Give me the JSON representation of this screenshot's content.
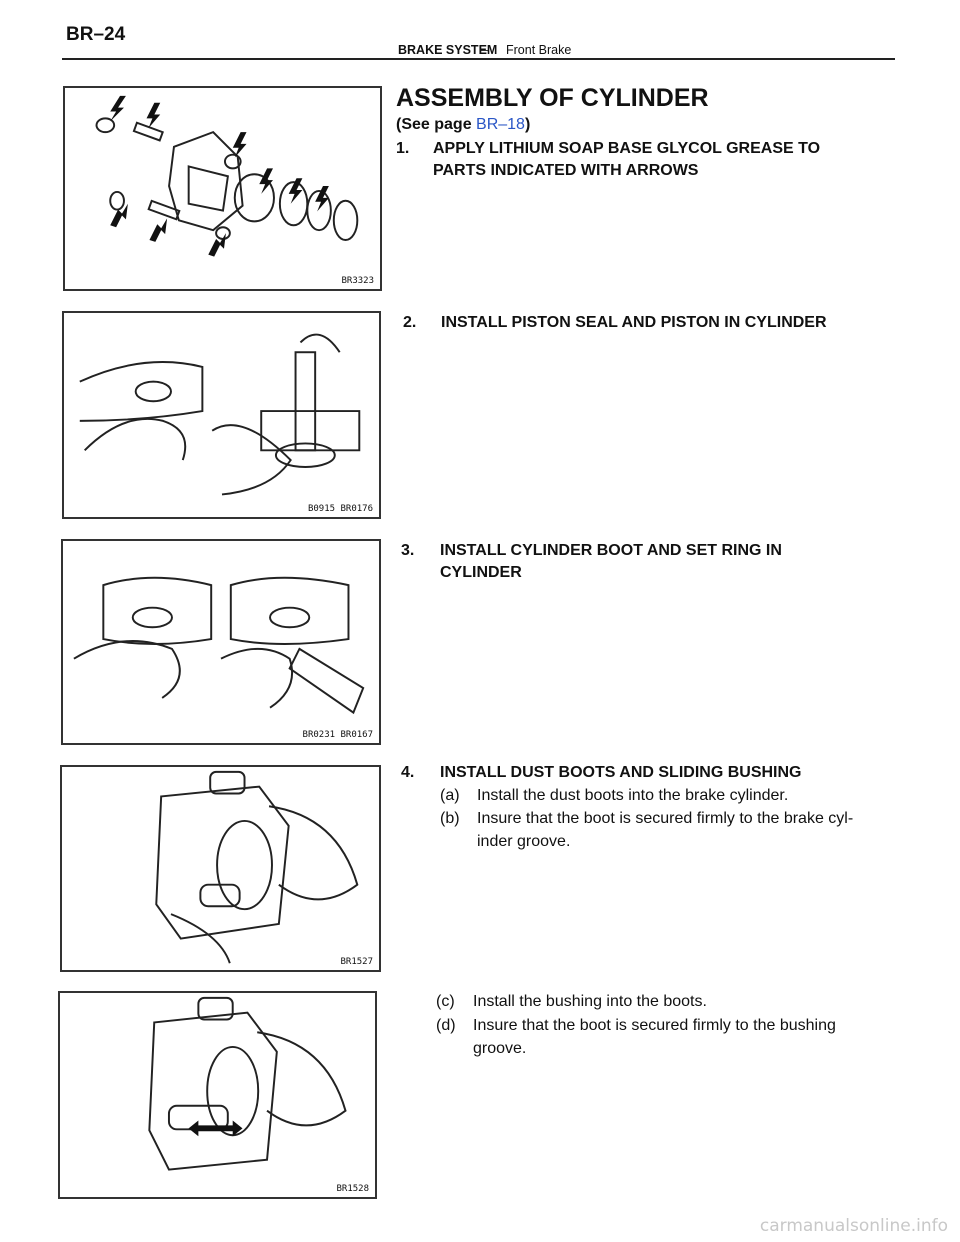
{
  "header": {
    "page_number": "BR–24",
    "section": "BRAKE SYSTEM",
    "separator": "–",
    "subsection": "Front Brake"
  },
  "title": "ASSEMBLY OF CYLINDER",
  "see_page": {
    "prefix": "(See page ",
    "link": "BR–18",
    "suffix": ")"
  },
  "steps": [
    {
      "num": "1.",
      "line1": "APPLY LITHIUM SOAP BASE GLYCOL GREASE TO",
      "line2": "PARTS INDICATED WITH ARROWS"
    },
    {
      "num": "2.",
      "line1": "INSTALL PISTON SEAL AND PISTON IN CYLINDER"
    },
    {
      "num": "3.",
      "line1": "INSTALL CYLINDER BOOT AND SET RING IN",
      "line2": "CYLINDER"
    },
    {
      "num": "4.",
      "line1": "INSTALL DUST BOOTS AND SLIDING BUSHING"
    }
  ],
  "substeps": [
    {
      "label": "(a)",
      "text": "Install the dust boots into the brake cylinder."
    },
    {
      "label": "(b)",
      "text": "Insure that the boot is secured firmly to the brake cyl-",
      "text2": "inder groove."
    },
    {
      "label": "(c)",
      "text": "Install the bushing into the boots."
    },
    {
      "label": "(d)",
      "text": "Insure that the boot is secured firmly to the bushing",
      "text2": "groove."
    }
  ],
  "figures": [
    {
      "code": "BR3323"
    },
    {
      "code": "B0915 BR0176"
    },
    {
      "code": "BR0231 BR0167"
    },
    {
      "code": "BR1527"
    },
    {
      "code": "BR1528"
    }
  ],
  "watermark": "carmanualsonline.info"
}
